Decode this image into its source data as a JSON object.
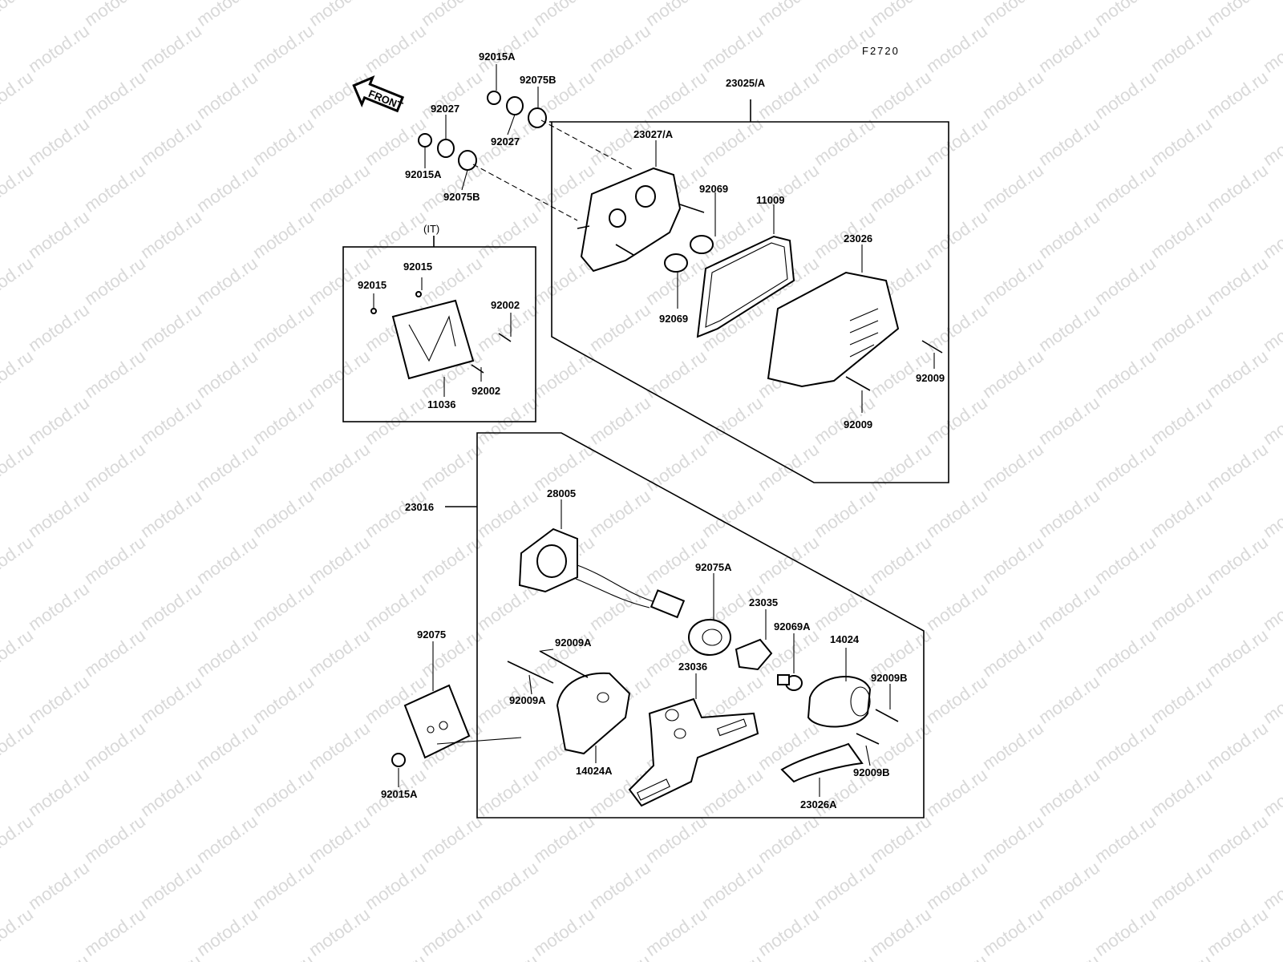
{
  "figure_code": "F2720",
  "front_label": "FRONT",
  "watermark_text": "motod.ru",
  "group_labels": {
    "tail_light": "23025/A",
    "license_light": "23016",
    "italy_option": "(IT)"
  },
  "callouts": [
    {
      "id": "c1",
      "text": "92015A"
    },
    {
      "id": "c2",
      "text": "92075B"
    },
    {
      "id": "c3",
      "text": "92027"
    },
    {
      "id": "c4",
      "text": "92027"
    },
    {
      "id": "c5",
      "text": "92015A"
    },
    {
      "id": "c6",
      "text": "92075B"
    },
    {
      "id": "c7",
      "text": "23027/A"
    },
    {
      "id": "c8",
      "text": "92069"
    },
    {
      "id": "c9",
      "text": "11009"
    },
    {
      "id": "c10",
      "text": "23026"
    },
    {
      "id": "c11",
      "text": "92069"
    },
    {
      "id": "c12",
      "text": "92009"
    },
    {
      "id": "c13",
      "text": "92009"
    },
    {
      "id": "c14",
      "text": "92015"
    },
    {
      "id": "c15",
      "text": "92015"
    },
    {
      "id": "c16",
      "text": "92002"
    },
    {
      "id": "c17",
      "text": "92002"
    },
    {
      "id": "c18",
      "text": "11036"
    },
    {
      "id": "c19",
      "text": "28005"
    },
    {
      "id": "c20",
      "text": "92075A"
    },
    {
      "id": "c21",
      "text": "23035"
    },
    {
      "id": "c22",
      "text": "92069A"
    },
    {
      "id": "c23",
      "text": "14024"
    },
    {
      "id": "c24",
      "text": "92009B"
    },
    {
      "id": "c25",
      "text": "92009A"
    },
    {
      "id": "c26",
      "text": "92009A"
    },
    {
      "id": "c27",
      "text": "23036"
    },
    {
      "id": "c28",
      "text": "92075"
    },
    {
      "id": "c29",
      "text": "14024A"
    },
    {
      "id": "c30",
      "text": "92015A"
    },
    {
      "id": "c31",
      "text": "23026A"
    },
    {
      "id": "c32",
      "text": "92009B"
    }
  ]
}
